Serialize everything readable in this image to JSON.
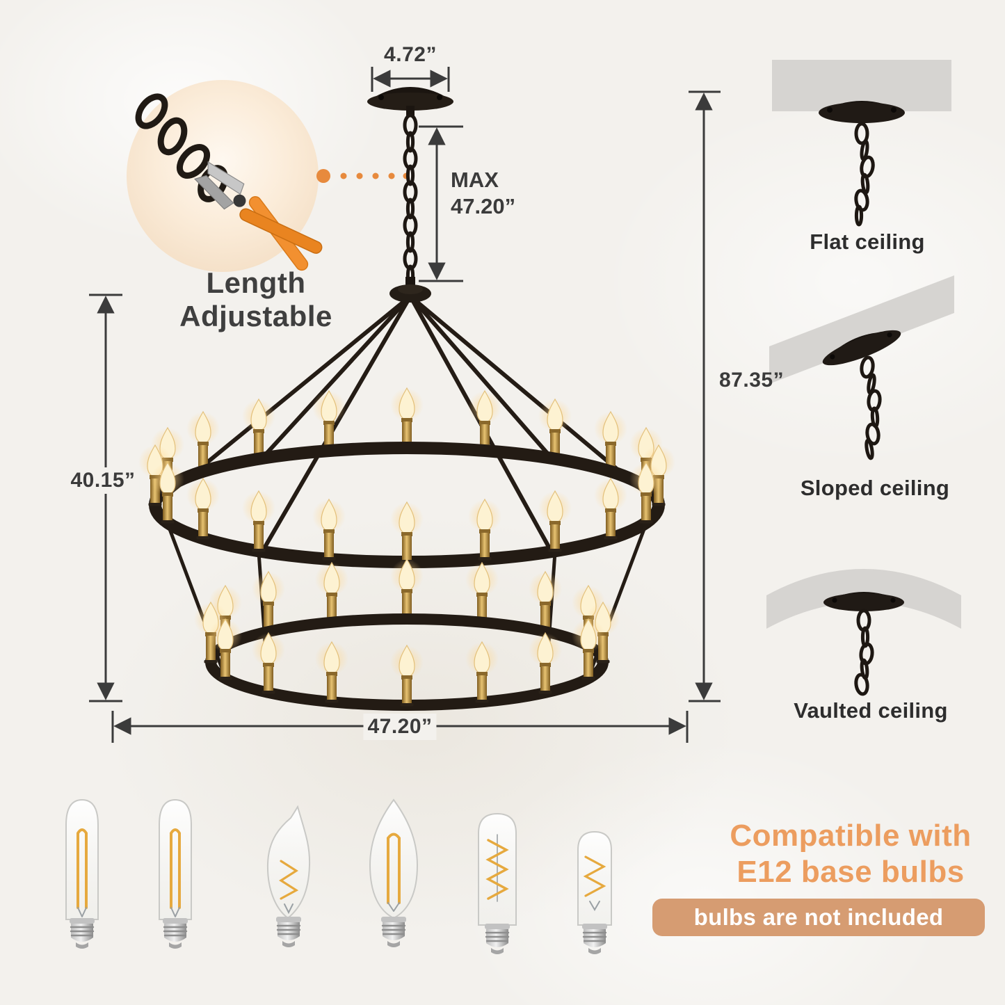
{
  "colors": {
    "accent_orange": "#EC9D5F",
    "pill_background": "#D69C72",
    "dimension_text": "#3B3B3B",
    "chandelier_dark": "#231B14",
    "candle_gold": "#C79B4A"
  },
  "dimensions": {
    "canopy_width": "4.72”",
    "chain_max_line1": "MAX",
    "chain_max_line2": "47.20”",
    "total_height": "87.35”",
    "body_height": "40.15”",
    "body_width": "47.20”"
  },
  "adjustable": {
    "line1": "Length",
    "line2": "Adjustable"
  },
  "ceilings": [
    {
      "id": "flat",
      "label": "Flat ceiling"
    },
    {
      "id": "sloped",
      "label": "Sloped ceiling"
    },
    {
      "id": "vaulted",
      "label": "Vaulted ceiling"
    }
  ],
  "compatibility": {
    "line1": "Compatible with",
    "line2": "E12 base bulbs",
    "note": "bulbs are not included"
  },
  "icons": {
    "inset": "pliers-cutting-chain-icon",
    "chandelier": "two-tier-wagon-wheel-chandelier-icon",
    "bulb_types": [
      "tubular-t6-bulb",
      "tubular-t6-bulb",
      "flame-tip-candelabra-bulb",
      "torpedo-candelabra-bulb",
      "tubular-t8-bulb",
      "mini-tubular-bulb"
    ]
  }
}
